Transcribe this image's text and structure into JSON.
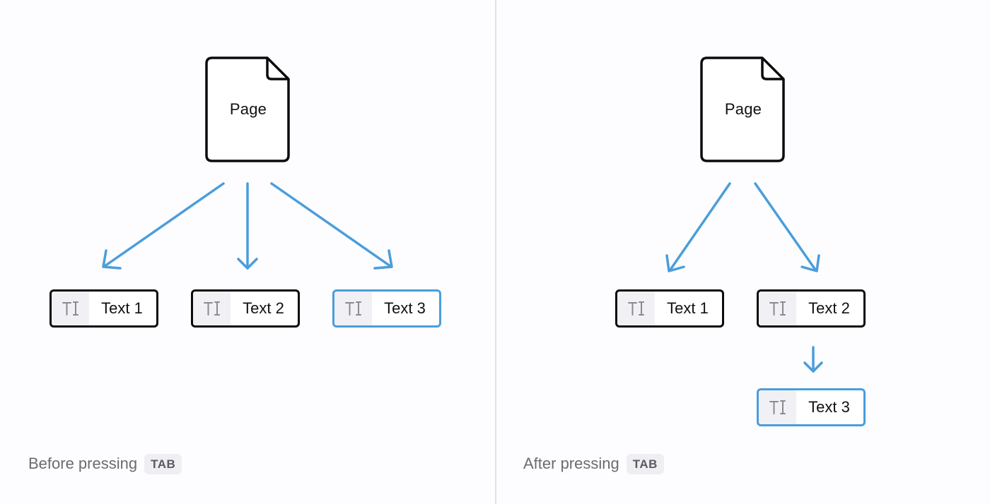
{
  "colors": {
    "arrow": "#4a9edb",
    "block_border": "#0b0b0b",
    "selected_border": "#4a9edb",
    "icon_bg": "#f1f0f4",
    "caption_text": "#6b6b70"
  },
  "icons": {
    "page": "page-document-icon",
    "text_type": "text-cursor-icon"
  },
  "before": {
    "page_label": "Page",
    "blocks": [
      {
        "label": "Text 1",
        "selected": false
      },
      {
        "label": "Text 2",
        "selected": false
      },
      {
        "label": "Text 3",
        "selected": true
      }
    ],
    "caption": "Before pressing",
    "key": "TAB"
  },
  "after": {
    "page_label": "Page",
    "blocks": [
      {
        "label": "Text 1",
        "selected": false
      },
      {
        "label": "Text 2",
        "selected": false
      },
      {
        "label": "Text 3",
        "selected": true
      }
    ],
    "caption": "After pressing",
    "key": "TAB"
  }
}
